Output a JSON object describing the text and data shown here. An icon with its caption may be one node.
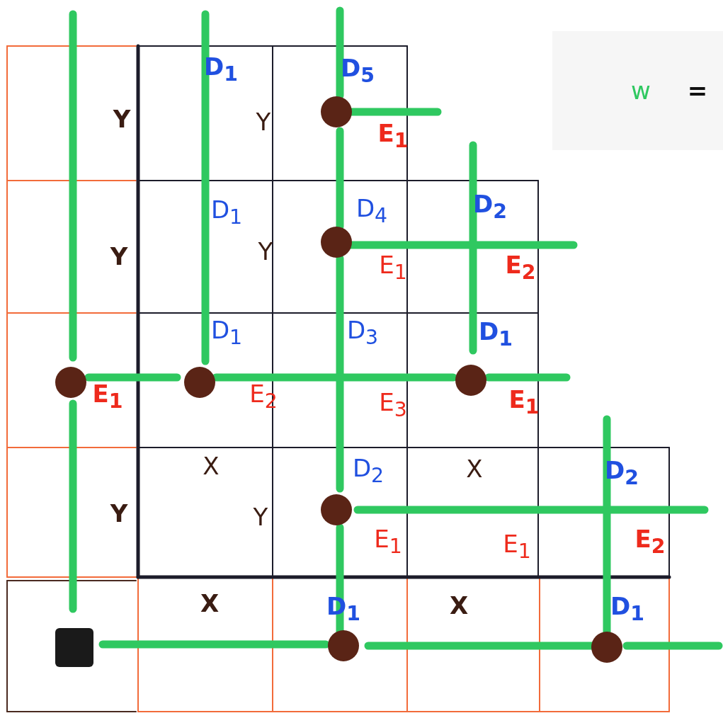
{
  "diagram": {
    "labels": [
      "w",
      "=",
      "D$_{1}$",
      "D$_{5}$",
      "Y",
      "Y",
      "E$_{1}$",
      "D$_{1}$",
      "D$_{4}$",
      "D$_{2}$",
      "Y",
      "Y",
      "E$_{1}$",
      "E$_{2}$",
      "D$_{1}$",
      "D$_{3}$",
      "D$_{1}$",
      "E$_{1}$",
      "E$_{2}$",
      "E$_{3}$",
      "E$_{1}$",
      "X",
      "D$_{2}$",
      "X",
      "D$_{2}$",
      "Y",
      "Y",
      "E$_{1}$",
      "E$_{1}$",
      "E$_{2}$",
      "X",
      "D$_{1}$",
      "X",
      "D$_{1}$"
    ]
  }
}
